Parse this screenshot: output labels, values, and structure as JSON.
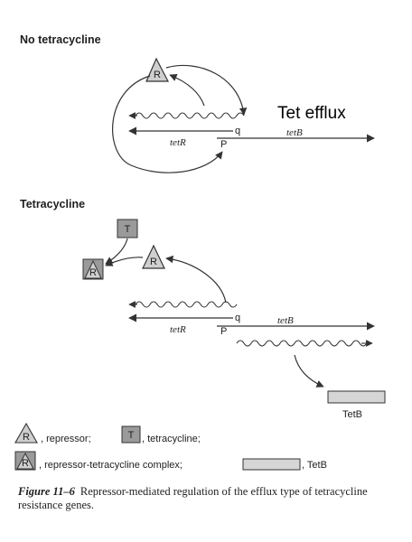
{
  "sections": {
    "no_tet_title": "No tetracycline",
    "tet_title": "Tetracycline"
  },
  "callout": "Tet efflux",
  "labels": {
    "tetR": "tetR",
    "tetB": "tetB",
    "P": "P",
    "q": "q",
    "R": "R",
    "T": "T",
    "TetB": "TetB"
  },
  "legend": {
    "repressor": ", repressor;",
    "tetracycline": ", tetracycline;",
    "complex": ", repressor-tetracycline complex;",
    "tetb": ", TetB"
  },
  "caption": {
    "figure": "Figure 11–6",
    "text": "Repressor-mediated regulation of the efflux type of tetracycline resistance genes."
  },
  "colors": {
    "ink": "#333333",
    "triangle_fill": "#cfcfcf",
    "box_fill": "#9a9a9a",
    "tetb_fill": "#d6d6d6"
  }
}
